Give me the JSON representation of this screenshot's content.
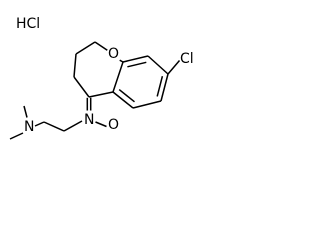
{
  "molecule": {
    "salt": "HCl",
    "atoms": {
      "ring_oxygen": "O",
      "chlorine": "Cl",
      "imine_nitrogen": "N",
      "oxime_oxygen": "O",
      "amine_nitrogen": "N"
    }
  }
}
